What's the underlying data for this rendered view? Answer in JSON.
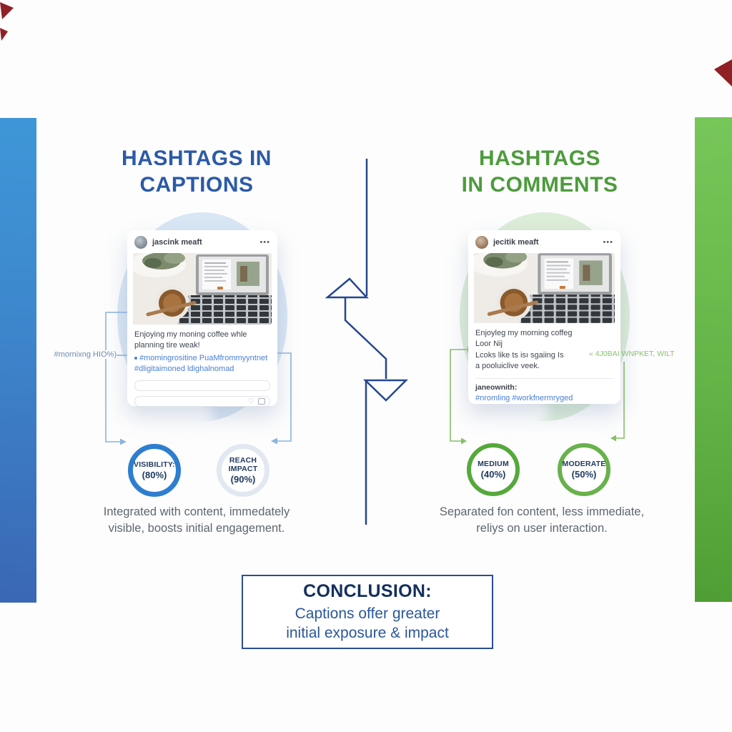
{
  "colors": {
    "left_accent": "#2b5aa7",
    "right_accent": "#4c9c3c",
    "divider_navy": "#24478f",
    "left_bar_gradient": [
      "#3e97d8",
      "#3a67b4"
    ],
    "right_bar_gradient": [
      "#77c659",
      "#4f9e35"
    ],
    "visibility_ring": "#2d7ecf",
    "reach_ring": "#e2e8f1",
    "medium_ring": "#55a93c",
    "moderate_ring": "#68b14c"
  },
  "left": {
    "title_line1": "HASHTAGS IN",
    "title_line2": "CAPTIONS",
    "post": {
      "username": "jascink meaft",
      "menu_icon": "•••",
      "caption_line1": "Enjoying my moning coffee whle",
      "caption_line2": "planning tire weak!",
      "hashtag_line1": "#momingrositine PuaMfrommyyntnet",
      "hashtag_line2": "#dligitaimoned ldighalnomad",
      "heart_icon": "♡"
    },
    "side_label": "#mornixng HIO%)",
    "stats": [
      {
        "label": "VISIBILITY:",
        "value": "(80%)"
      },
      {
        "label": "REACH IMPACT",
        "value": "(90%)"
      }
    ],
    "description_line1": "Integrated with content, immedately",
    "description_line2": "visible, boosts initial engagement."
  },
  "right": {
    "title_line1": "HASHTAGS",
    "title_line2": "IN COMMENTS",
    "post": {
      "username": "jecitik meaft",
      "menu_icon": "•••",
      "caption_line1": "Enjoyleg my morning coffeg",
      "caption_line2": "Loor Nij",
      "caption_line3": "Lcoks like ts isı sgaiing Is",
      "caption_line4": "a pooluiclive veek.",
      "commenter": "janeownith:",
      "hashtag_line1": "#nromling #workfnermryged"
    },
    "side_label": "« 4J0BAI WNPKET, WILT",
    "stats": [
      {
        "label": "MEDIUM",
        "value": "(40%)"
      },
      {
        "label": "MODERATE",
        "value": "(50%)"
      }
    ],
    "description_line1": "Separated fon content, less immediate,",
    "description_line2": "reliys on user interaction."
  },
  "conclusion": {
    "heading": "CONCLUSION:",
    "line1": "Captions offer greater",
    "line2": "initial exposure & impact"
  }
}
